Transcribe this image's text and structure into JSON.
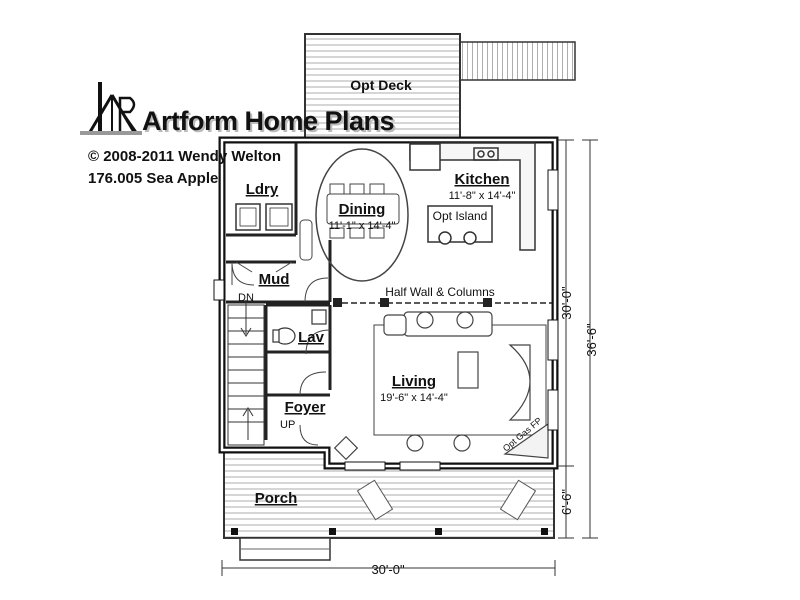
{
  "brand": {
    "name": "Artform Home Plans",
    "copyright": "© 2008-2011 Wendy Welton",
    "plan": "176.005 Sea Apple"
  },
  "rooms": {
    "opt_deck": "Opt Deck",
    "laundry": "Ldry",
    "dining": "Dining",
    "dining_size": "11'-1\" x 14'-4\"",
    "kitchen": "Kitchen",
    "kitchen_size": "11'-8\" x 14'-4\"",
    "island": "Opt Island",
    "mud": "Mud",
    "half_wall": "Half Wall & Columns",
    "lav": "Lav",
    "living": "Living",
    "living_size": "19'-6\" x 14'-4\"",
    "foyer": "Foyer",
    "porch": "Porch",
    "fireplace": "Opt Gas FP"
  },
  "stairs": {
    "down": "DN",
    "up": "UP"
  },
  "dimensions": {
    "width": "30'-0\"",
    "house_depth": "30'-0\"",
    "total_depth": "36'-6\"",
    "porch_depth": "6'-6\""
  }
}
